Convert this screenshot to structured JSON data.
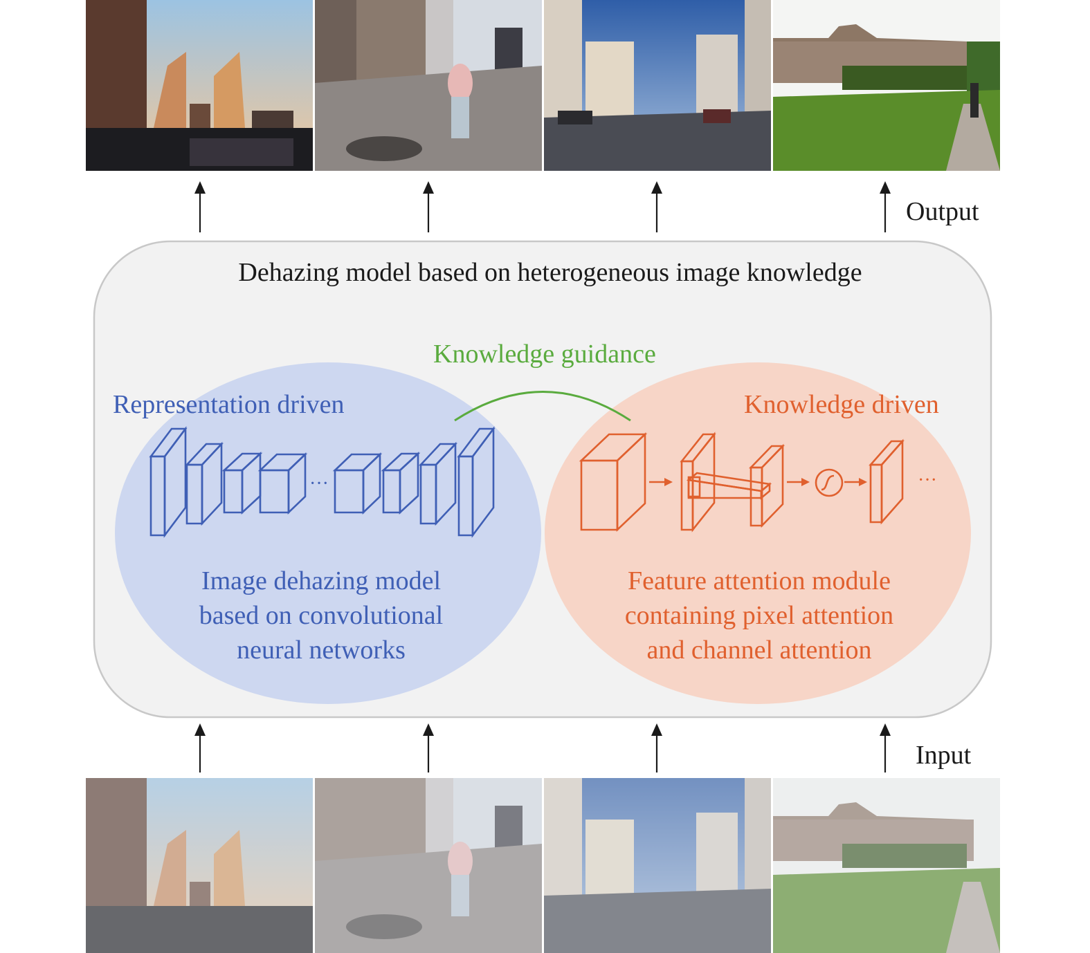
{
  "labels": {
    "output": "Output",
    "input": "Input",
    "model_title": "Dehazing model based on heterogeneous image knowledge",
    "knowledge_guidance": "Knowledge guidance",
    "representation_driven": "Representation driven",
    "knowledge_driven": "Knowledge driven",
    "left_description": [
      "Image dehazing model",
      "based on convolutional",
      "neural networks"
    ],
    "right_description": [
      "Feature attention module",
      "containing pixel attention",
      "and channel attention"
    ],
    "ellipsis": "···"
  },
  "colors": {
    "blue": "#3f5fb5",
    "blue_fill": "#cdd7f0",
    "orange": "#e0602e",
    "orange_fill": "#f7d5c7",
    "green": "#5aab3e",
    "panel": "#f2f2f2",
    "panel_border": "#c8c8c8",
    "text": "#1a1a1a"
  },
  "scenes": [
    "city-skyline-sunset",
    "street-sidewalk-pedestrian",
    "street-buildings-cars",
    "city-wall-park"
  ]
}
